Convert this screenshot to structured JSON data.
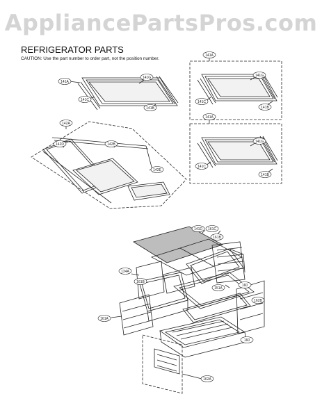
{
  "watermark": "AppliancePartsPros.com",
  "header": {
    "title": "REFRIGERATOR PARTS",
    "caution": "CAUTION: Use the part number to order part, not the position number."
  },
  "callouts": {
    "shelf1": [
      "141A",
      "141G",
      "141C",
      "141B"
    ],
    "shelf2": [
      "141A",
      "141G",
      "141C",
      "141B"
    ],
    "shelf3": [
      "141A",
      "141G",
      "141C",
      "141B"
    ],
    "split": [
      "142A",
      "142D",
      "142B",
      "142E"
    ],
    "assembly": [
      "141D",
      "161C",
      "161B",
      "134A",
      "161B",
      "151A",
      "160",
      "162B",
      "161A",
      "160",
      "162A"
    ]
  }
}
